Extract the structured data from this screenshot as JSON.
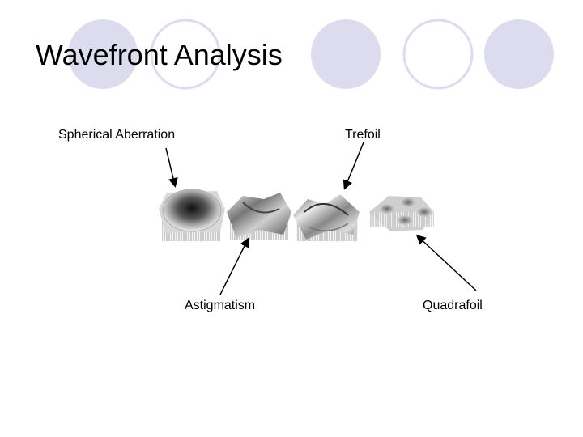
{
  "slide": {
    "title": "Wavefront Analysis"
  },
  "labels": {
    "spherical": "Spherical Aberration",
    "trefoil": "Trefoil",
    "astigmatism": "Astigmatism",
    "quadrafoil": "Quadrafoil"
  },
  "colors": {
    "circle_fill": "#dcdcee",
    "circle_stroke": "#dcdcee",
    "text": "#000000",
    "arrow": "#000000"
  }
}
